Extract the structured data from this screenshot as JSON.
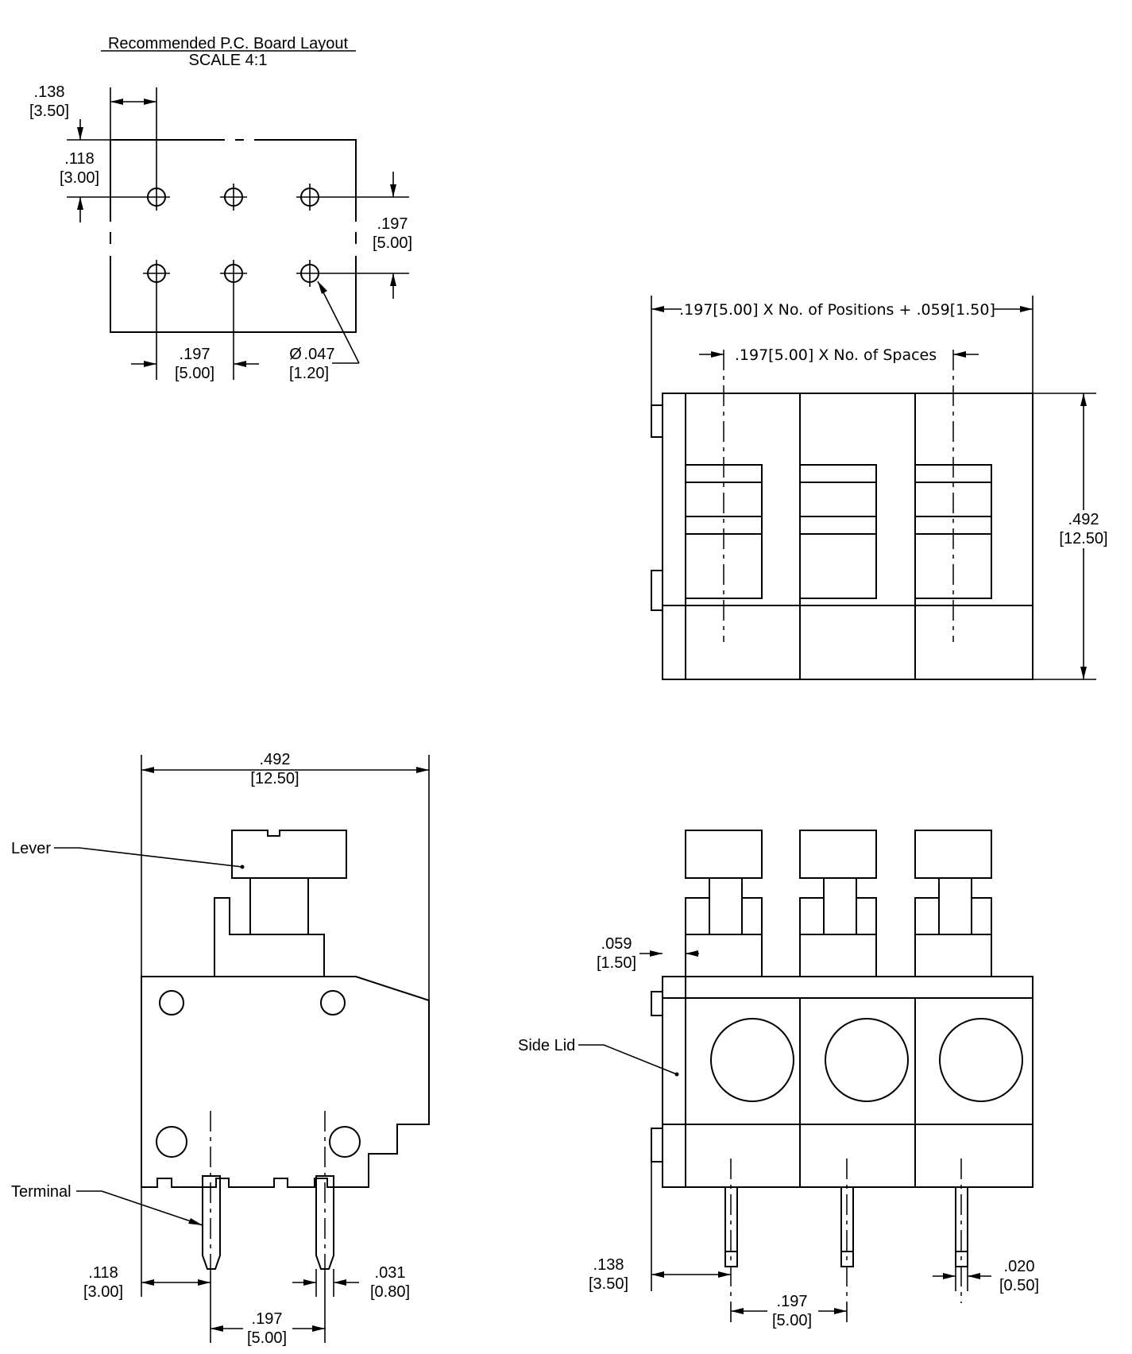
{
  "pcb_layout": {
    "title": "Recommended P.C. Board Layout",
    "scale": "SCALE 4:1",
    "dim_edge_x": {
      "in": ".138",
      "mm": "[3.50]"
    },
    "dim_edge_y": {
      "in": ".118",
      "mm": "[3.00]"
    },
    "dim_row_pitch": {
      "in": ".197",
      "mm": "[5.00]"
    },
    "dim_col_pitch": {
      "in": ".197",
      "mm": "[5.00]"
    },
    "hole_symbol": "Ø",
    "hole_dia": {
      "in": ".047",
      "mm": "[1.20]"
    }
  },
  "top_view": {
    "dim_overall": ".197[5.00] X No. of Positions + .059[1.50]",
    "dim_spaces": ".197[5.00] X No. of Spaces",
    "dim_height": {
      "in": ".492",
      "mm": "[12.50]"
    }
  },
  "side_view": {
    "dim_width": {
      "in": ".492",
      "mm": "[12.50]"
    },
    "label_lever": "Lever",
    "label_terminal": "Terminal",
    "dim_pin_edge": {
      "in": ".118",
      "mm": "[3.00]"
    },
    "dim_pin_thick": {
      "in": ".031",
      "mm": "[0.80]"
    },
    "dim_pin_pitch": {
      "in": ".197",
      "mm": "[5.00]"
    }
  },
  "front_view": {
    "dim_lid": {
      "in": ".059",
      "mm": "[1.50]"
    },
    "label_side_lid": "Side Lid",
    "dim_first_pin": {
      "in": ".138",
      "mm": "[3.50]"
    },
    "dim_pitch": {
      "in": ".197",
      "mm": "[5.00]"
    },
    "dim_pin_width": {
      "in": ".020",
      "mm": "[0.50]"
    }
  }
}
